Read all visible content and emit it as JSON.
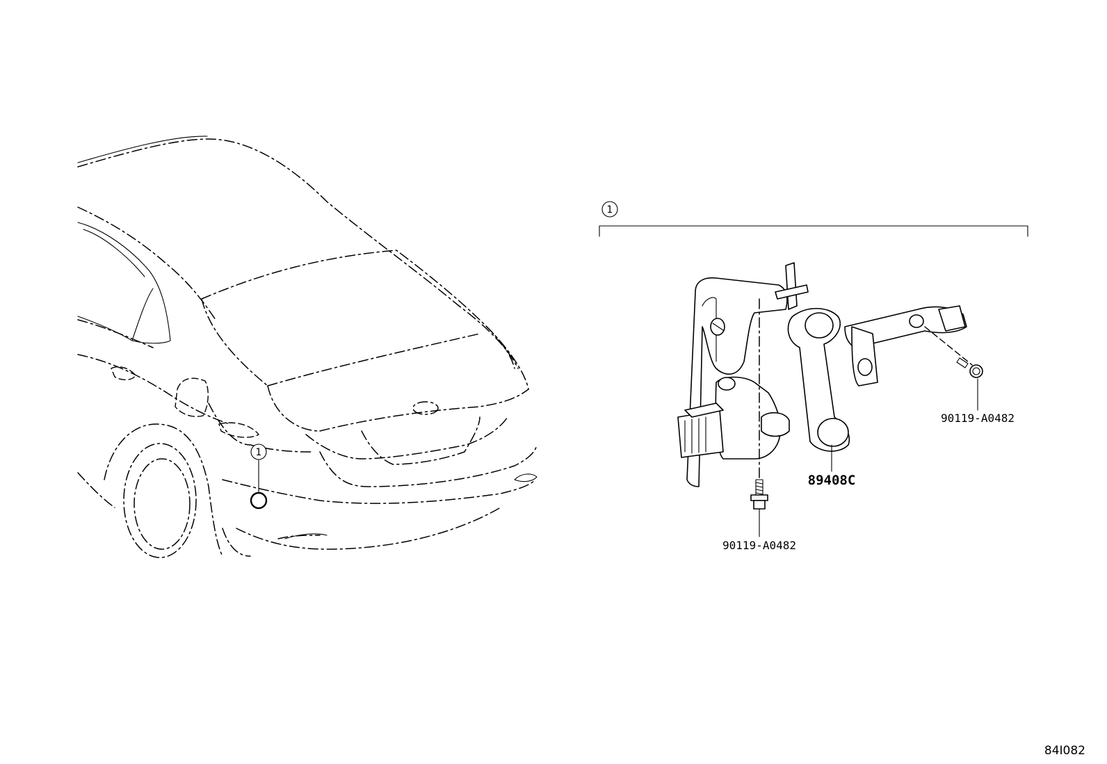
{
  "callouts": {
    "group_marker": "1",
    "vehicle_marker": "1"
  },
  "parts": {
    "bolt_upper": "90119-A0482",
    "bolt_lower": "90119-A0482",
    "sensor": "89408C"
  },
  "illustration_code": "84I082"
}
